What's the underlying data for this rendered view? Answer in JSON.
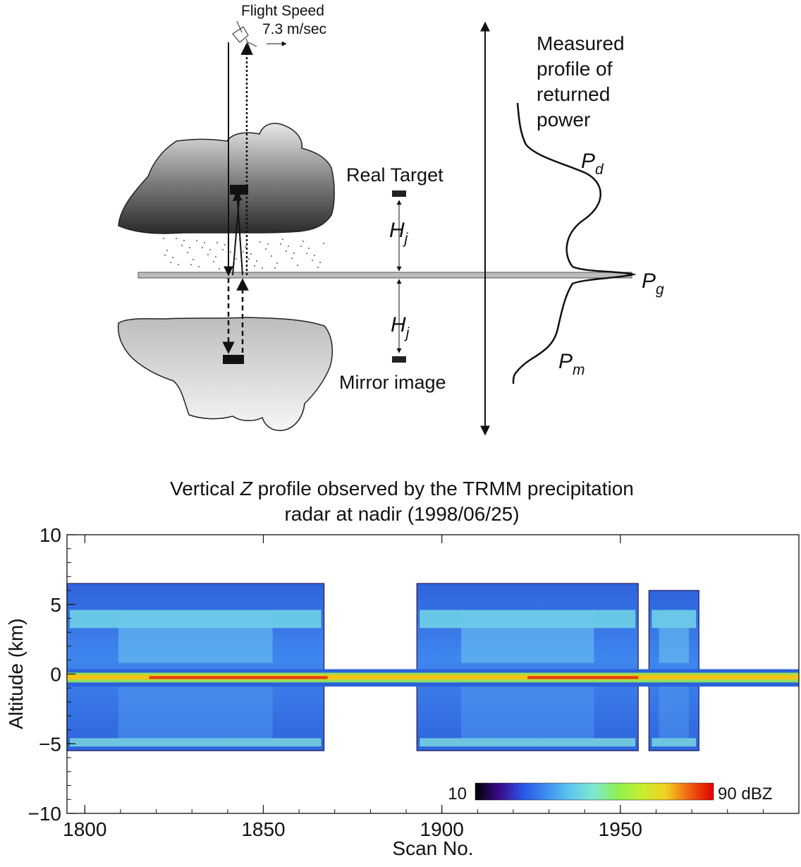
{
  "diagram": {
    "flight_speed_label": "Flight Speed",
    "flight_speed_value": "7.3 m/sec",
    "measured_label_lines": [
      "Measured",
      "profile of",
      "returned",
      "power"
    ],
    "real_target_label": "Real Target",
    "mirror_image_label": "Mirror image",
    "height_symbol": "H",
    "height_subscript": "j",
    "power_symbol": "P",
    "pd_subscript": "d",
    "pg_subscript": "g",
    "pm_subscript": "m"
  },
  "chart_data": {
    "type": "heatmap",
    "title_line1_a": "Vertical ",
    "title_line1_z": "Z",
    "title_line1_b": " profile observed by the TRMM precipitation",
    "title_line2": "radar at nadir (1998/06/25)",
    "xlabel": "Scan No.",
    "ylabel": "Altitude (km)",
    "xlim": [
      1795,
      2000
    ],
    "ylim": [
      -10,
      10
    ],
    "x_ticks": [
      1800,
      1850,
      1900,
      1950
    ],
    "y_ticks": [
      10,
      5,
      0,
      -5,
      -10
    ],
    "y_tick_labels": [
      "10",
      "5",
      "0",
      "−5",
      "−10"
    ],
    "colorbar": {
      "min_label": "10",
      "max_label": "90 dBZ",
      "range": [
        10,
        90
      ],
      "colors": [
        "#000000",
        "#3a0a8a",
        "#2a55e6",
        "#3f8ff0",
        "#5fc8ec",
        "#7ee8d0",
        "#8ff050",
        "#c6ee30",
        "#f2d020",
        "#f06010",
        "#e00000"
      ]
    },
    "echo_blocks": [
      {
        "x0": 1795,
        "x1": 1867,
        "top": 6.5,
        "bottom": -5.5
      },
      {
        "x0": 1893,
        "x1": 1955,
        "top": 6.5,
        "bottom": -5.5
      },
      {
        "x0": 1958,
        "x1": 1972,
        "top": 6.0,
        "bottom": -5.5
      }
    ],
    "surface_echo_altitude": 0,
    "bright_band_altitudes": [
      4.3,
      -4.8
    ]
  }
}
